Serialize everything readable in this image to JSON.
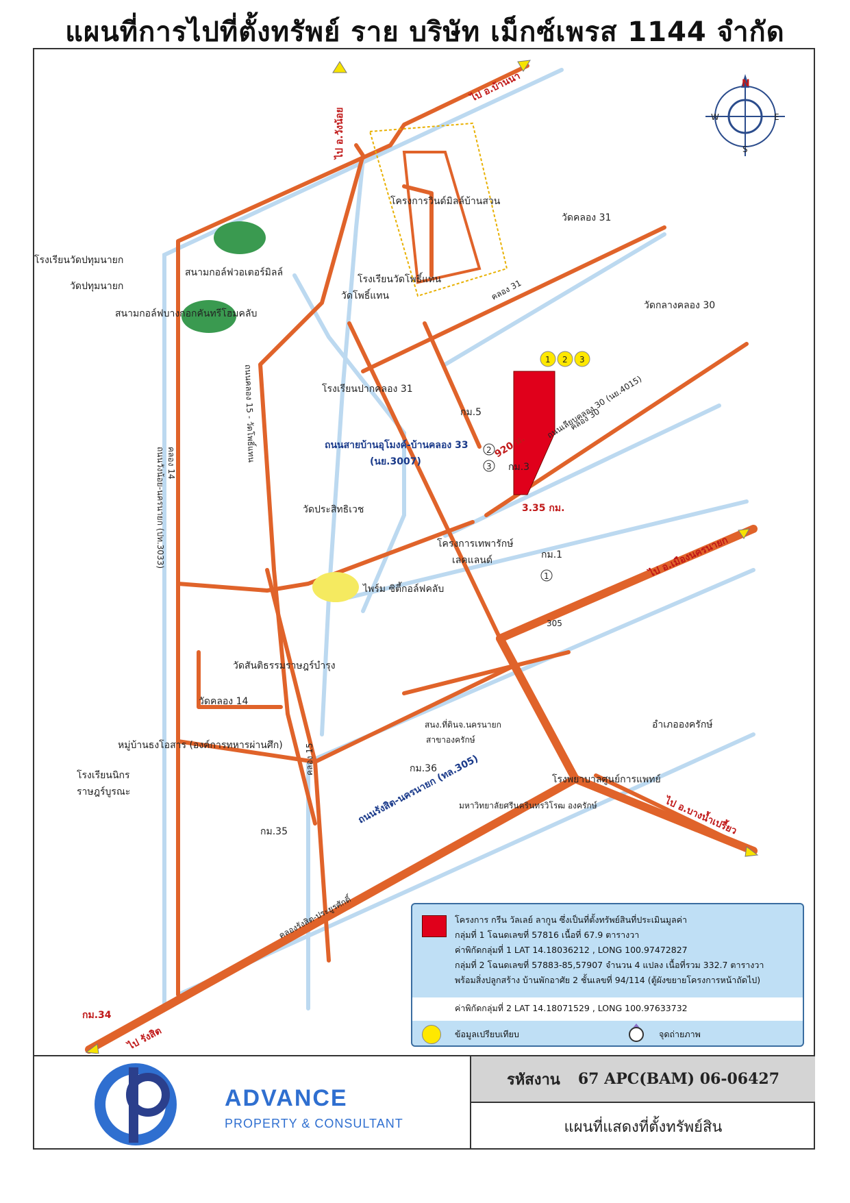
{
  "title": "แผนที่การไปที่ตั้งทรัพย์ ราย บริษัท เม็กซ์เพรส 1144 จำกัด",
  "directions": {
    "to_ban_na": "ไป อ.บ้านนา",
    "to_wang_noi": "ไป อ.วังน้อย",
    "to_mueang_nakhon_nayok": "ไป อ.เมืองนครนายก",
    "to_rangsit": "ไป รังสิต",
    "to_bang_nam_priao": "ไป อ.บางน้ำเปรี้ยว"
  },
  "compass": {
    "n": "N",
    "s": "S",
    "e": "E",
    "w": "W"
  },
  "places": {
    "windmill": "โครงการวินด์มิลล์บ้านสวน",
    "wat_khlong31": "วัดคลอง 31",
    "school_wat_pathum": "โรงเรียนวัดปทุมนายก",
    "wat_pathum": "วัดปทุมนายก",
    "golf_waterhill": "สนามกอล์ฟวอเตอร์มิลล์",
    "school_wat_pho": "โรงเรียนวัดโพธิ์แทน",
    "wat_pho": "วัดโพธิ์แทน",
    "golf_bangkok": "สนามกอล์ฟบางกอกคันทรีโฮมคลับ",
    "wat_klang_khlong30": "วัดกลางคลอง 30",
    "school_pak_khlong31": "โรงเรียนปากคลอง 31",
    "wat_prasit": "วัดประสิทธิเวช",
    "thep_project": "โครงการเทพารักษ์",
    "lakeland": "เลคแลนด์",
    "pride_golf": "ไพร์ม ซิตี้กอล์ฟคลับ",
    "wat_santi": "วัดสันติธรรมราษฎร์บำรุง",
    "wat_khlong14": "วัดคลอง 14",
    "village": "หมู่บ้านธงโอสาร (องค์การทหารผ่านศึก)",
    "school_nikorn_1": "โรงเรียนนิกร",
    "school_nikorn_2": "ราษฎร์บูรณะ",
    "land_office_1": "สนง.ที่ดินจ.นครนายก",
    "land_office_2": "สาขาองครักษ์",
    "hospital": "โรงพยาบาลศูนย์การแพทย์",
    "university": "มหาวิทยาลัยศรีนครินทรวิโรฒ องครักษ์",
    "ongkharak": "อำเภอองครักษ์"
  },
  "roads": {
    "road_3007": "ถนนสายบ้านอุโมงค์-บ้านคลอง 33",
    "road_3007_code": "(นย.3007)",
    "khlong31_road": "ถนนคลอง 15 - วัดโพธิ์แทน",
    "khlong30_road": "ถนนเลียบคลอง 30 (นย.4015)",
    "rangsit_road": "ถนนรังสิต-นครนายก (ทล.305)",
    "wang_noi_road": "ถนนวังน้อย-นครนายก (ปท.3033)",
    "route305": "305"
  },
  "canals": {
    "khlong31": "คลอง 31",
    "khlong30": "คลอง 30",
    "khlong14": "คลอง 14",
    "khlong15": "คลอง 15",
    "rangsit_canal": "คลองรังสิต-ประยูรศักดิ์"
  },
  "markers": {
    "km5": "กม.5",
    "km3": "กม.3",
    "km1": "กม.1",
    "km36": "กม.36",
    "km35": "กม.35",
    "km34": "กม.34",
    "dist_920": "920 ม.",
    "dist_335": "3.35 กม.",
    "p1": "1",
    "p2": "2",
    "p3": "3",
    "c1": "1",
    "c2": "2",
    "c3": "3"
  },
  "legend": {
    "line1": "โครงการ กรีน วัลเลย์ ลากูน ซึ่งเป็นที่ตั้งทรัพย์สินที่ประเมินมูลค่า",
    "line2": "กลุ่มที่ 1 โฉนดเลขที่ 57816 เนื้อที่ 67.9 ตารางวา",
    "line3": "ค่าพิกัดกลุ่มที่ 1 LAT 14.18036212 , LONG 100.97472827",
    "line4": "กลุ่มที่ 2 โฉนดเลขที่ 57883-85,57907 จำนวน 4 แปลง เนื้อที่รวม 332.7 ตารางวา",
    "line5": "พร้อมสิ่งปลูกสร้าง บ้านพักอาศัย 2 ชั้นเลขที่ 94/114 (ตู้ผังขยายโครงการหน้าถัดไป)",
    "line6": "ค่าพิกัดกลุ่มที่ 2 LAT 14.18071529 , LONG 100.97633732",
    "compare": "ข้อมูลเปรียบเทียบ",
    "photo": "จุดถ่ายภาพ"
  },
  "footer": {
    "brand": "ADVANCE",
    "brand_sub": "PROPERTY & CONSULTANT",
    "code_label": "รหัสงาน",
    "code_value": "67 APC(BAM) 06-06427",
    "description": "แผนที่แสดงที่ตั้งทรัพย์สิน"
  },
  "colors": {
    "road": "#e0632a",
    "canal": "#bcd9f0",
    "property": "#e0001b",
    "legend_bg": "#bfdff5"
  }
}
